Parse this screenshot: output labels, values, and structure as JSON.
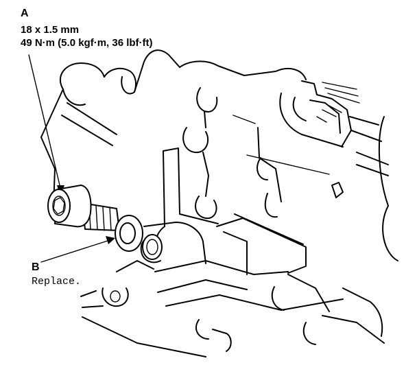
{
  "callout_a": {
    "letter": "A",
    "size": "18 x 1.5 mm",
    "torque": "49 N·m (5.0 kgf·m, 36 lbf·ft)"
  },
  "callout_b": {
    "letter": "B",
    "note": "Replace."
  }
}
